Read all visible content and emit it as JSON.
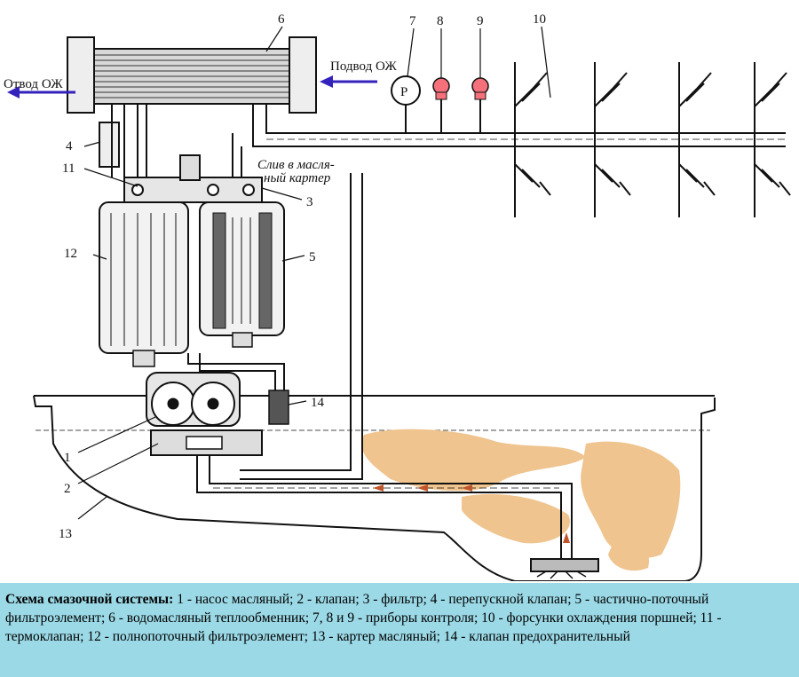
{
  "diagram": {
    "callouts": {
      "n1": "1",
      "n2": "2",
      "n3": "3",
      "n4": "4",
      "n5": "5",
      "n6": "6",
      "n7": "7",
      "n8": "8",
      "n9": "9",
      "n10": "10",
      "n11": "11",
      "n12": "12",
      "n13": "13",
      "n14": "14"
    },
    "labels": {
      "coolant_out": "Отвод ОЖ",
      "coolant_in": "Подвод ОЖ",
      "drain_line1": "Слив в масля-",
      "drain_line2": "ный картер",
      "gauge_symbol": "P"
    },
    "colors": {
      "oil": "#efc48e",
      "arrow": "#3322bb",
      "lamp": "#f4707a",
      "flow_arrow": "#c0552b"
    }
  },
  "caption": {
    "title": "Схема смазочной системы:",
    "text": " 1 - насос масляный; 2 - клапан; 3 - фильтр; 4 - перепускной клапан; 5 - частично-поточный фильтроэлемент; 6 - водомасляный теплообменник; 7, 8 и 9 - приборы контроля; 10 - форсунки охлаждения поршней; 11 - термоклапан; 12 - полнопоточный фильтроэлемент; 13 - картер масляный; 14 - клапан предохранительный"
  }
}
